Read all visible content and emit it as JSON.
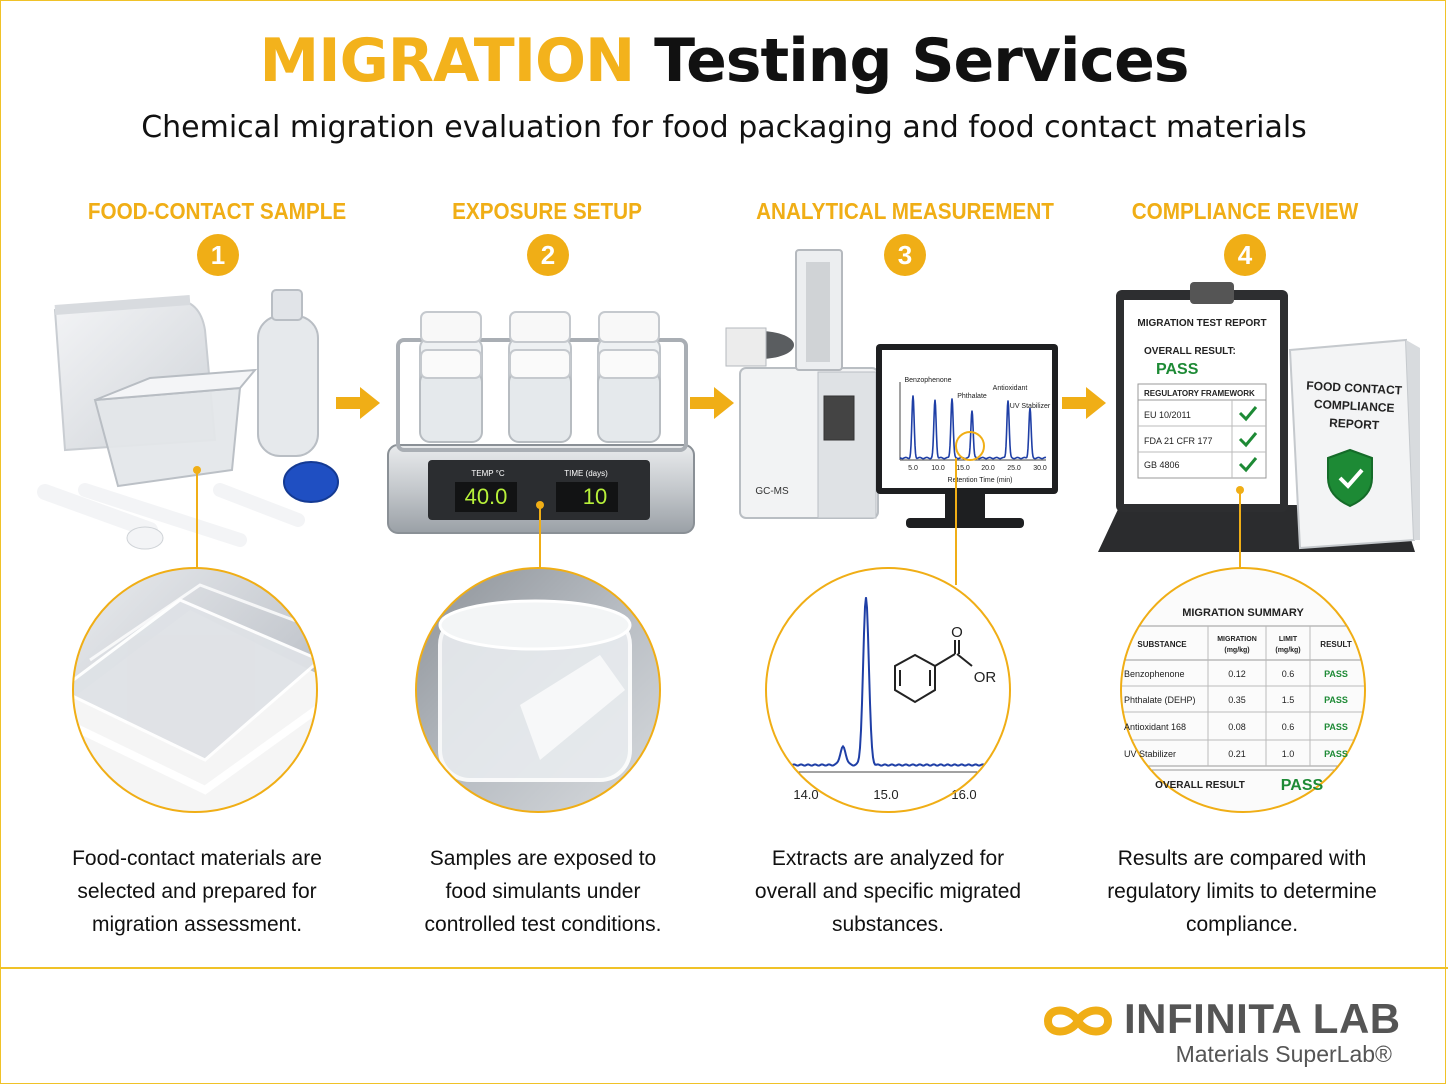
{
  "header": {
    "title_accent": "MIGRATION",
    "title_rest": "Testing Services",
    "subtitle": "Chemical migration evaluation for food packaging and food contact materials"
  },
  "steps": [
    {
      "number": "1",
      "title": "FOOD-CONTACT SAMPLE",
      "description_lines": [
        "Food-contact materials are",
        "selected and prepared for",
        "migration assessment."
      ]
    },
    {
      "number": "2",
      "title": "EXPOSURE SETUP",
      "description_lines": [
        "Samples are exposed to",
        "food simulants under",
        "controlled test conditions."
      ]
    },
    {
      "number": "3",
      "title": "ANALYTICAL MEASUREMENT",
      "description_lines": [
        "Extracts are analyzed for",
        "overall and specific migrated",
        "substances."
      ]
    },
    {
      "number": "4",
      "title": "COMPLIANCE REVIEW",
      "description_lines": [
        "Results are compared with",
        "regulatory limits to determine",
        "compliance."
      ]
    }
  ],
  "incubator": {
    "temp_label": "TEMP °C",
    "temp_value": "40.0",
    "time_label": "TIME (days)",
    "time_value": "10"
  },
  "gcms": {
    "instrument_label": "GC-MS",
    "peak_labels": [
      "Benzophenone",
      "Phthalate",
      "Antioxidant",
      "UV Stabilizer"
    ],
    "x_ticks": [
      "5.0",
      "10.0",
      "15.0",
      "20.0",
      "25.0",
      "30.0"
    ],
    "x_axis_label": "Retention Time (min)"
  },
  "zoom_chrom": {
    "group_label": "OR",
    "x_ticks": [
      "14.0",
      "15.0",
      "16.0"
    ]
  },
  "report": {
    "title": "MIGRATION TEST REPORT",
    "overall_label": "OVERALL RESULT:",
    "overall_value": "PASS",
    "framework_header": "REGULATORY FRAMEWORK",
    "frameworks": [
      "EU 10/2011",
      "FDA 21 CFR 177",
      "GB 4806"
    ]
  },
  "book": {
    "lines": [
      "FOOD CONTACT",
      "COMPLIANCE",
      "REPORT"
    ]
  },
  "summary": {
    "title": "MIGRATION SUMMARY",
    "headers": [
      "SUBSTANCE",
      "MIGRATION",
      "(mg/kg)",
      "LIMIT",
      "(mg/kg)",
      "RESULT"
    ],
    "rows": [
      {
        "substance": "Benzophenone",
        "migration": "0.12",
        "limit": "0.6",
        "result": "PASS"
      },
      {
        "substance": "Phthalate (DEHP)",
        "migration": "0.35",
        "limit": "1.5",
        "result": "PASS"
      },
      {
        "substance": "Antioxidant 168",
        "migration": "0.08",
        "limit": "0.6",
        "result": "PASS"
      },
      {
        "substance": "UV Stabilizer",
        "migration": "0.21",
        "limit": "1.0",
        "result": "PASS"
      }
    ],
    "overall_label": "OVERALL RESULT",
    "overall_value": "PASS"
  },
  "brand": {
    "name": "INFINITA LAB",
    "tagline": "Materials SuperLab®"
  },
  "colors": {
    "accent": "#f0ae16",
    "pass_green": "#1d8a35",
    "chrom_blue": "#1f3fa6"
  }
}
